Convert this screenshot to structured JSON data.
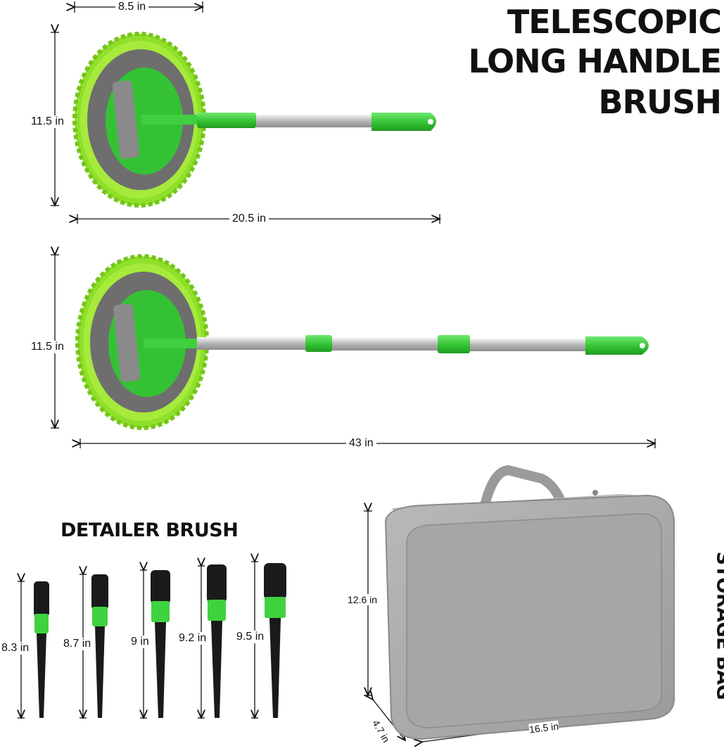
{
  "heading": {
    "line1": "TELESCOPIC",
    "line2": "LONG HANDLE",
    "line3": "BRUSH"
  },
  "mop_short": {
    "width_label": "8.5 in",
    "height_label": "11.5 in",
    "length_label": "20.5 in"
  },
  "mop_long": {
    "height_label": "11.5 in",
    "length_label": "43 in"
  },
  "detailer": {
    "title": "DETAILER BRUSH",
    "sizes": [
      "8.3 in",
      "8.7 in",
      "9 in",
      "9.2 in",
      "9.5 in"
    ]
  },
  "storage_bag": {
    "title": "STORAGE BAG",
    "height_label": "12.6 in",
    "depth_label": "4.7 in",
    "width_label": "16.5 in"
  },
  "colors": {
    "mop_green": "#7ed321",
    "handle_green": "#3fcf3f",
    "mop_gray": "#707070",
    "steel": "#c9c9c9",
    "bag_gray": "#a9a9a9",
    "brush_black": "#1a1a1a"
  }
}
